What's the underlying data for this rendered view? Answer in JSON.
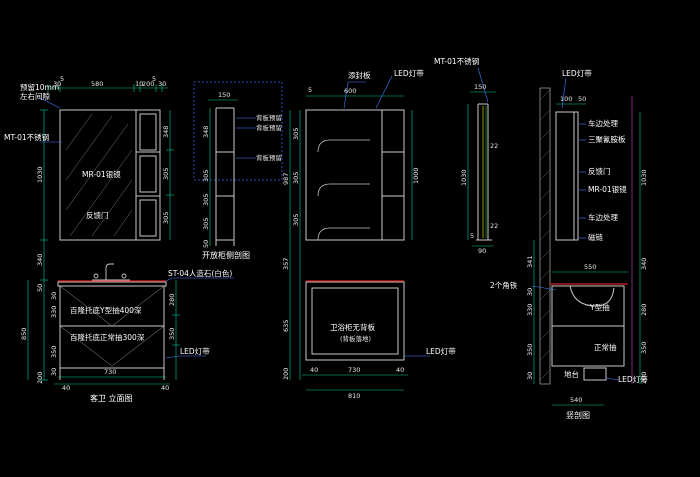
{
  "colors": {
    "background": "#000000",
    "cabinet": "#c8c8c8",
    "dimension": "#00c8a0",
    "leader": "#4080ff",
    "annotation": "#ffffff",
    "magenta": "#d040d0",
    "red": "#d02020",
    "yellow": "#d8d800",
    "green": "#30c030"
  },
  "view1": {
    "top_dims": {
      "d1": "5",
      "d2": "30",
      "d3": "580",
      "d4": "10",
      "d5": "200",
      "d6": "5",
      "d7": "30"
    },
    "reserve_note_1": "预留10mm",
    "reserve_note_2": "左右间隙",
    "mirror_material": "MT-01不锈钢",
    "mirror_label": "MR-01银镜",
    "door_label": "反馈门",
    "left_dims": {
      "h1": "1030",
      "h2": "340",
      "h3": "50",
      "h4": "850",
      "h5": "200"
    },
    "right_dims": {
      "r1": "348",
      "r2": "305",
      "r3": "305",
      "r4": "280",
      "r5": "350"
    },
    "inner_left_dims": {
      "i1": "30",
      "i2": "330",
      "i3": "350",
      "i4": "30"
    },
    "countertop_label": "ST-04人造石(白色)",
    "drawer_1_label": "百隆托底Y型抽400深",
    "drawer_2_label": "百隆托底正常抽300深",
    "led_label": "LED灯带",
    "bottom_dim": "730",
    "bottom_side_left": "40",
    "bottom_side_right": "40",
    "title": "客卫 立面图"
  },
  "view2": {
    "top_dim": "150",
    "dims": {
      "a": "348",
      "b": "305",
      "c": "305",
      "d": "305",
      "e": "50"
    },
    "notes": {
      "n1": "背板预留",
      "n2": "背板预留",
      "n3": "背板预留"
    },
    "title": "开放柜侧剖图"
  },
  "view3": {
    "top_dims": {
      "t1": "5",
      "t2": "600"
    },
    "sink_plate_label": "添封板",
    "led_top_label": "LED灯带",
    "left_dims": {
      "a": "305",
      "b": "305",
      "c": "305",
      "d": "987",
      "e": "357",
      "f": "635",
      "g": "200"
    },
    "center_dim": "1000",
    "cabinet_label": "卫浴柜无背板",
    "cabinet_note": "(背板落地)",
    "led_bottom_label": "LED灯带",
    "bottom_dims": {
      "b1": "40",
      "b2": "730",
      "b3": "40",
      "b4": "810"
    }
  },
  "view4": {
    "material": "MT-01不锈钢",
    "top_dim": "150",
    "dims": {
      "a": "1030",
      "b": "22",
      "c": "22"
    },
    "bottom_dims": {
      "b1": "5",
      "b2": "90"
    }
  },
  "view5": {
    "led_label": "LED灯带",
    "labels": {
      "l1": "车边处理",
      "l2": "三聚氰胺板",
      "l3": "反馈门",
      "l4": "MR-01银镜",
      "l5": "车边处理",
      "l6": "磁链"
    },
    "top_dims": {
      "t1": "100",
      "t2": "50"
    },
    "right_dims": {
      "r1": "1030",
      "r2": "340",
      "r3": "280",
      "r4": "350",
      "r5": "200"
    },
    "left_dims": {
      "l1": "341",
      "l2": "330",
      "l3": "350",
      "l4": "30",
      "l5": "30"
    },
    "top_width": "550",
    "bracket_label": "2个角铁",
    "drawer_y_label": "Y型抽",
    "drawer_normal_label": "正常抽",
    "floor_label": "地台",
    "led_bottom_label": "LED灯带",
    "bottom_dim": "540",
    "title": "竖剖图"
  }
}
